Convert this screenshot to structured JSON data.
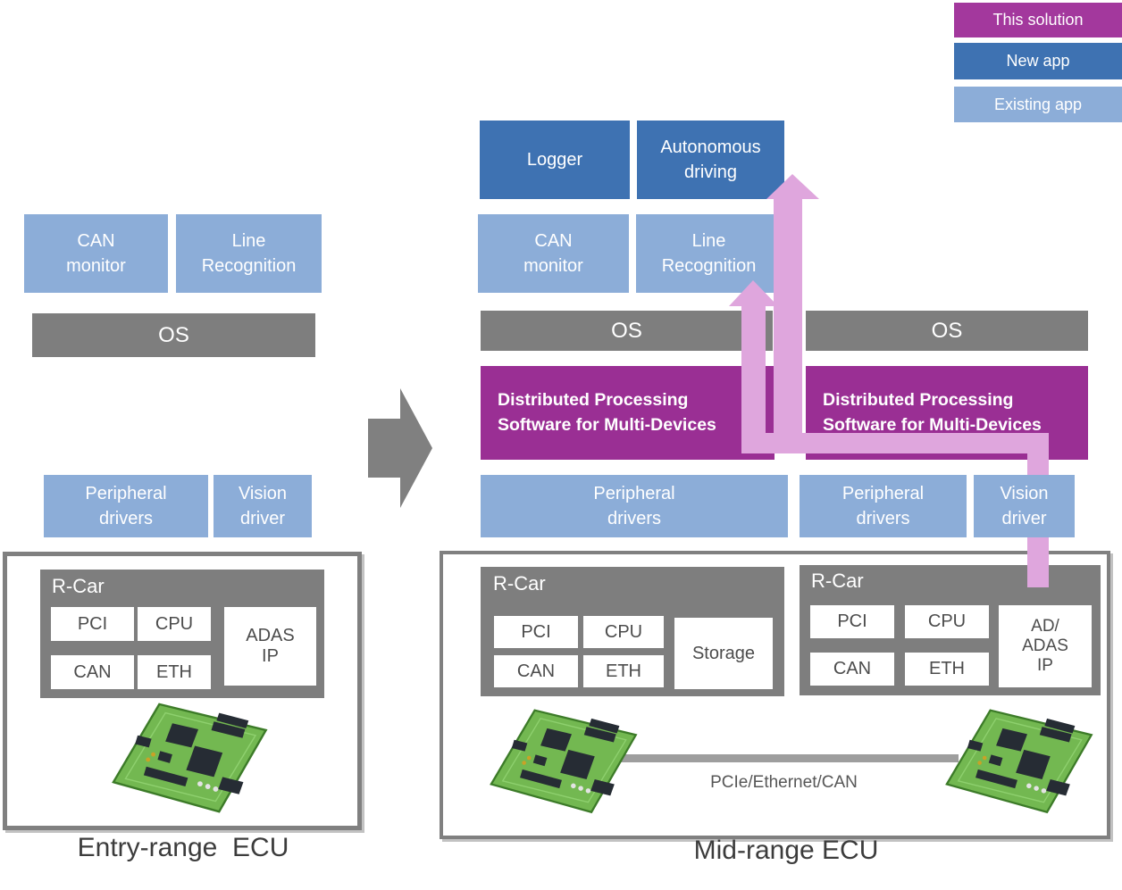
{
  "colors": {
    "this_solution_magenta": "#A3389D",
    "new_app_blue": "#3E72B2",
    "existing_app_blue": "#8CADD8",
    "dps_magenta": "#9A2F94",
    "gray": "#7E7E7E",
    "pink_flow": "#DFA6DD",
    "board_green": "#73B851"
  },
  "legend": {
    "items": [
      {
        "label": "This solution"
      },
      {
        "label": "New app"
      },
      {
        "label": "Existing app"
      }
    ]
  },
  "entry_ecu": {
    "caption": "Entry-range  ECU",
    "apps": [
      {
        "lines": [
          "CAN",
          "monitor"
        ]
      },
      {
        "lines": [
          "Line",
          "Recognition"
        ]
      }
    ],
    "os_label": "OS",
    "drivers": [
      {
        "lines": [
          "Peripheral",
          "drivers"
        ]
      },
      {
        "lines": [
          "Vision",
          "driver"
        ]
      }
    ],
    "soc": {
      "name": "R-Car",
      "ports": [
        "PCI",
        "CPU",
        "CAN",
        "ETH"
      ],
      "accel_lines": [
        "ADAS",
        "IP"
      ]
    }
  },
  "mid_ecu": {
    "caption": "Mid-range ECU",
    "new_apps": [
      {
        "lines": [
          "Logger"
        ]
      },
      {
        "lines": [
          "Autonomous",
          "driving"
        ]
      }
    ],
    "apps": [
      {
        "lines": [
          "CAN",
          "monitor"
        ]
      },
      {
        "lines": [
          "Line",
          "Recognition"
        ]
      }
    ],
    "os_left": "OS",
    "os_right": "OS",
    "dps_lines": [
      "Distributed Processing",
      "Software for Multi-Devices"
    ],
    "drivers": [
      {
        "lines": [
          "Peripheral",
          "drivers"
        ]
      },
      {
        "lines": [
          "Peripheral",
          "drivers"
        ]
      },
      {
        "lines": [
          "Vision",
          "driver"
        ]
      }
    ],
    "soc_left": {
      "name": "R-Car",
      "ports": [
        "PCI",
        "CPU",
        "CAN",
        "ETH"
      ],
      "accel_lines": [
        "Storage"
      ]
    },
    "soc_right": {
      "name": "R-Car",
      "ports": [
        "PCI",
        "CPU",
        "CAN",
        "ETH"
      ],
      "accel_lines": [
        "AD/",
        "ADAS",
        "IP"
      ]
    },
    "link_label": "PCIe/Ethernet/CAN"
  }
}
